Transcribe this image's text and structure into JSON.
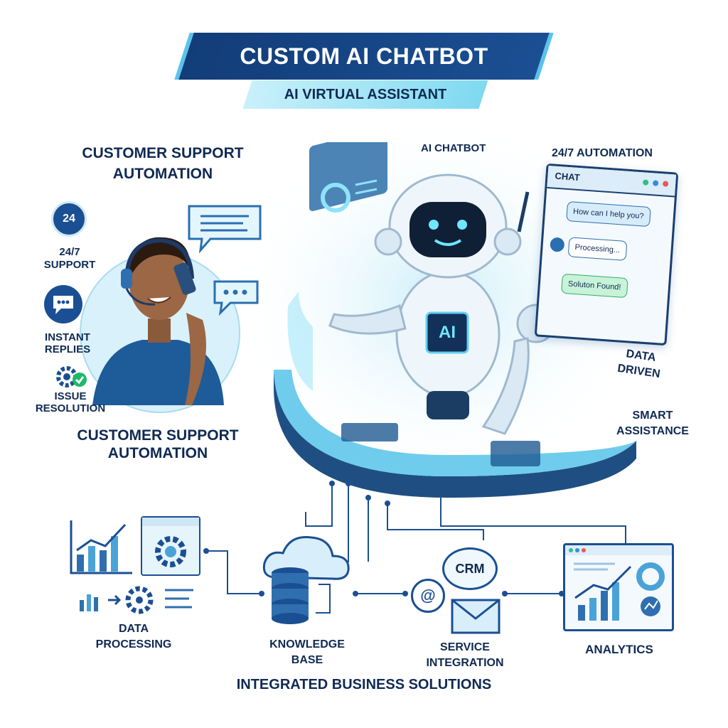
{
  "title": "CUSTOM AI CHATBOT",
  "subtitle": "AI VIRTUAL ASSISTANT",
  "top_left_heading": "CUSTOMER SUPPORT AUTOMATION",
  "bottom_left_heading": "CUSTOMER SUPPORT AUTOMATION",
  "features": {
    "support_icon_text": "24",
    "support": "24/7 SUPPORT",
    "replies": "INSTANT REPLIES",
    "resolution": "ISSUE RESOLUTION"
  },
  "robot": {
    "label": "AI CHATBOT",
    "chest": "AI"
  },
  "automation_label": "24/7 AUTOMATION",
  "chat_window": {
    "header": "CHAT",
    "messages": [
      "How can I help you?",
      "Processing...",
      "Soluton Found!"
    ]
  },
  "data_driven": "DATA DRIVEN",
  "smart_assistance": "SMART ASSISTANCE",
  "bottom": {
    "data_processing": "DATA PROCESSING",
    "knowledge_base": "KNOWLEDGE BASE",
    "crm": "CRM",
    "service_integration": "SERVICE INTEGRATION",
    "analytics": "ANALYTICS",
    "footer": "INTEGRATED BUSINESS SOLUTIONS"
  },
  "colors": {
    "navy": "#0f2a52",
    "accent_blue": "#1b4f93",
    "cyan": "#59c3ee",
    "light_cyan": "#c9f0fb",
    "success_green": "#1fb86b"
  }
}
